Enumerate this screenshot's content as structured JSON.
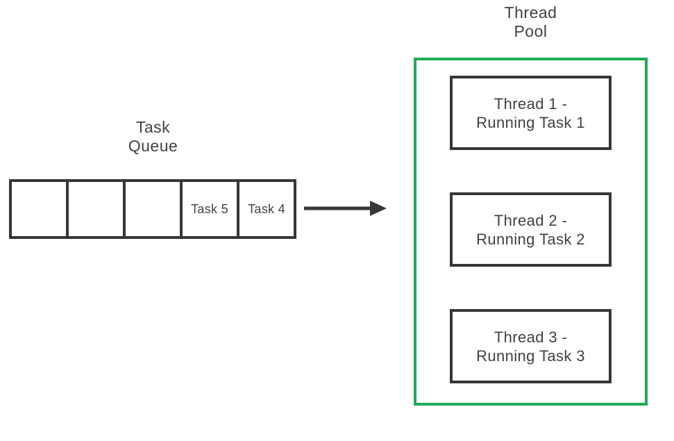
{
  "diagram": {
    "task_queue": {
      "title_line1": "Task",
      "title_line2": "Queue",
      "cells": [
        "",
        "",
        "",
        "Task 5",
        "Task 4"
      ]
    },
    "thread_pool": {
      "title_line1": "Thread",
      "title_line2": "Pool",
      "threads": [
        {
          "line1": "Thread 1 -",
          "line2": "Running Task 1"
        },
        {
          "line1": "Thread 2 -",
          "line2": "Running Task 2"
        },
        {
          "line1": "Thread 3 -",
          "line2": "Running Task 3"
        }
      ]
    },
    "colors": {
      "pool_border": "#1fab56",
      "box_border": "#363636",
      "text": "#414141",
      "arrow": "#363636",
      "bg": "#ffffff"
    }
  }
}
